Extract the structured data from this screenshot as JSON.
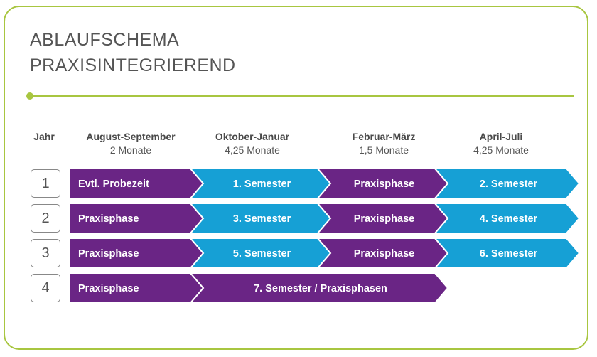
{
  "title_line1": "ABLAUFSCHEMA",
  "title_line2": "PRAXISINTEGRIEREND",
  "colors": {
    "purple": "#6a2585",
    "blue": "#16a0d5",
    "green": "#a8c640"
  },
  "year_label": "Jahr",
  "columns": [
    {
      "name": "August-September",
      "duration": "2 Monate"
    },
    {
      "name": "Oktober-Januar",
      "duration": "4,25 Monate"
    },
    {
      "name": "Februar-März",
      "duration": "1,5 Monate"
    },
    {
      "name": "April-Juli",
      "duration": "4,25 Monate"
    }
  ],
  "rows": [
    {
      "year": "1",
      "segments": [
        {
          "label": "Evtl. Probezeit",
          "type": "purple",
          "span": 1
        },
        {
          "label": "1. Semester",
          "type": "blue",
          "span": 1
        },
        {
          "label": "Praxisphase",
          "type": "purple",
          "span": 1
        },
        {
          "label": "2. Semester",
          "type": "blue",
          "span": 1
        }
      ]
    },
    {
      "year": "2",
      "segments": [
        {
          "label": "Praxisphase",
          "type": "purple",
          "span": 1
        },
        {
          "label": "3. Semester",
          "type": "blue",
          "span": 1
        },
        {
          "label": "Praxisphase",
          "type": "purple",
          "span": 1
        },
        {
          "label": "4. Semester",
          "type": "blue",
          "span": 1
        }
      ]
    },
    {
      "year": "3",
      "segments": [
        {
          "label": "Praxisphase",
          "type": "purple",
          "span": 1
        },
        {
          "label": "5. Semester",
          "type": "blue",
          "span": 1
        },
        {
          "label": "Praxisphase",
          "type": "purple",
          "span": 1
        },
        {
          "label": "6. Semester",
          "type": "blue",
          "span": 1
        }
      ]
    },
    {
      "year": "4",
      "segments": [
        {
          "label": "Praxisphase",
          "type": "purple",
          "span": 1
        },
        {
          "label": "7. Semester / Praxisphasen",
          "type": "purple",
          "span": 2
        }
      ]
    }
  ]
}
